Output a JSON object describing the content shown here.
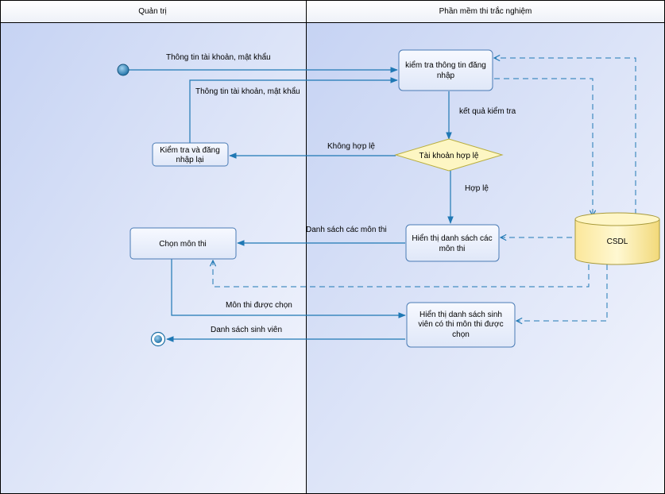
{
  "lanes": {
    "admin": "Quản trị",
    "software": "Phần mềm thi trắc nghiệm"
  },
  "nodes": {
    "check_login": [
      "kiểm tra thông tin đăng",
      "nhập"
    ],
    "relogin": [
      "Kiểm tra và đăng",
      "nhập lại"
    ],
    "decision": "Tài khoản hợp lệ",
    "show_subjects": [
      "Hiển thị danh sách các",
      "môn thi"
    ],
    "choose_subject": "Chọn môn thi",
    "show_students": [
      "Hiển thị danh sách sinh",
      "viên có thi môn thi được",
      "chọn"
    ],
    "database": "CSDL"
  },
  "edges": {
    "login_info_1": "Thông tin tài khoản, mật khẩu",
    "login_info_2": "Thông tin tài khoản, mật khẩu",
    "check_result": "kết quả kiểm tra",
    "invalid": "Không hợp lệ",
    "valid": "Hợp lệ",
    "subject_list": "Danh sách các môn thi",
    "chosen_subject": "Môn thi được chọn",
    "student_list": "Danh sách sinh viên"
  },
  "colors": {
    "flow": "#1f78b4",
    "node_border": "#4a7bb5",
    "decision_fill": "#fdf6c3",
    "decision_border": "#b8ad3c",
    "db_fill": "#fdf0b0",
    "db_border": "#a89a3a",
    "lane_line": "#000000"
  }
}
